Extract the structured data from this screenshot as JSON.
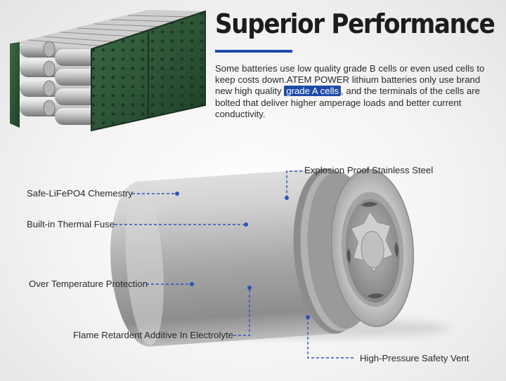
{
  "header": {
    "title": "Superior Performance",
    "body_before": "Some batteries use low quality grade B cells or even used cells to keep costs down.ATEM POWER lithium batteries only use brand new high quality ",
    "highlight": "grade A cells",
    "body_after": ", and the terminals of the cells are bolted that deliver higher amperage loads and better current conductivity."
  },
  "callouts": {
    "explosion_proof": "Explosion Proof Stainless Steel",
    "safe_chemistry": "Safe-LiFePO4 Chemestry",
    "thermal_fuse": "Built-in Thermal Fuse",
    "over_temp": "Over Temperature Protection",
    "flame_retardent": "Flame Retardent Additive In Electrolyte",
    "safety_vent": "High-Pressure Safety Vent"
  },
  "colors": {
    "accent": "#1e4aa8",
    "pcb_green": "#2f5a3a",
    "callout_line": "#2b55b8"
  }
}
